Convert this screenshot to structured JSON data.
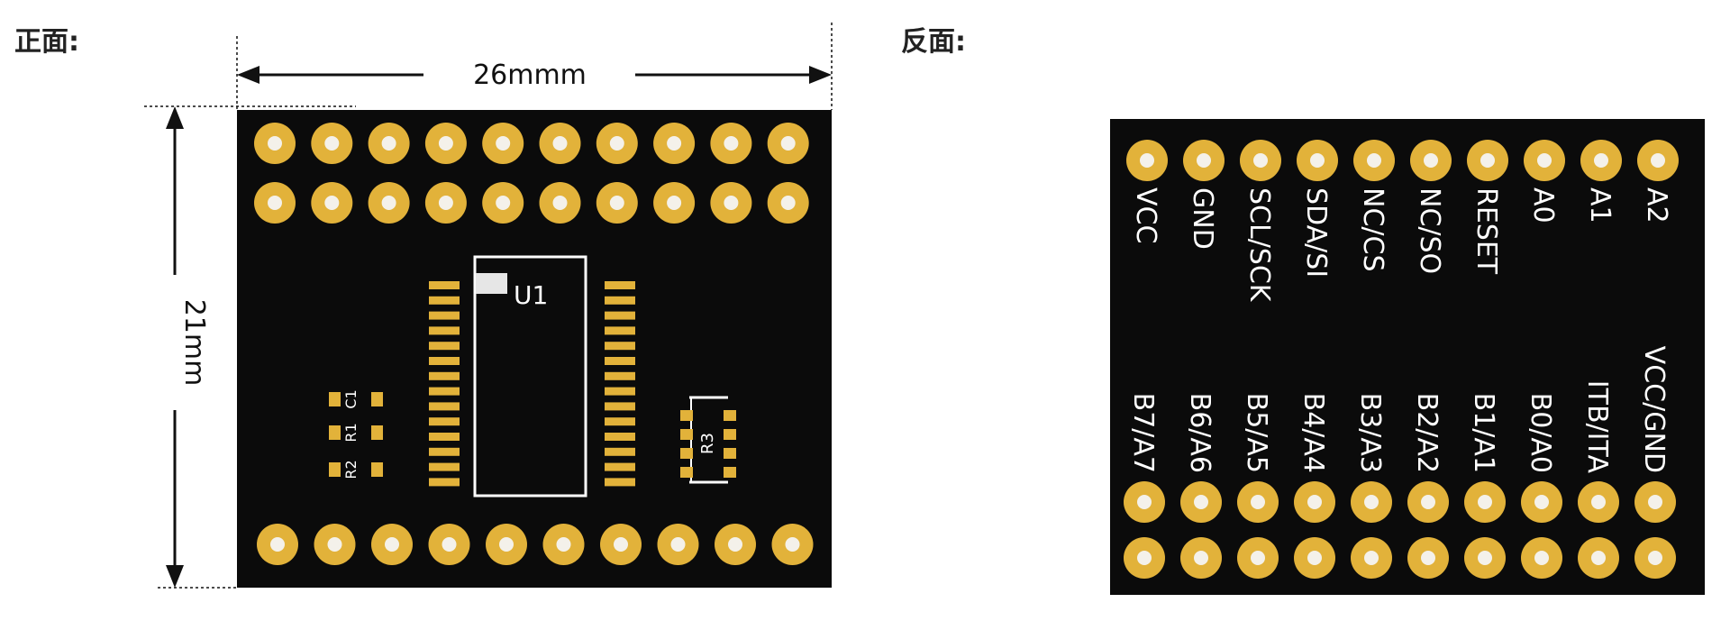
{
  "front": {
    "heading": "正面:",
    "width_dimension": "26mmm",
    "height_dimension": "21mm",
    "chip_label": "U1",
    "component_labels": [
      "C1",
      "R1",
      "R2",
      "R3"
    ],
    "pad_rows": {
      "top_rows": 2,
      "bottom_rows": 1,
      "pads_per_row": 10
    }
  },
  "back": {
    "heading": "反面:",
    "top_pin_labels": [
      "VCC",
      "GND",
      "SCL/SCK",
      "SDA/SI",
      "NC/CS",
      "NC/SO",
      "RESET",
      "A0",
      "A1",
      "A2"
    ],
    "bottom_pin_labels": [
      "B7/A7",
      "B6/A6",
      "B5/A5",
      "B4/A4",
      "B3/A3",
      "B2/A2",
      "B1/A1",
      "B0/A0",
      "ITB/ITA",
      "VCC/GND"
    ],
    "pad_rows": {
      "top_rows": 1,
      "bottom_rows": 2,
      "pads_per_row": 10
    }
  },
  "colors": {
    "board": "#0b0b0b",
    "pad_gold": "#e2b23a",
    "pad_hole": "#f4f1ea",
    "silkscreen": "#ffffff",
    "dimension_line": "#111111"
  }
}
